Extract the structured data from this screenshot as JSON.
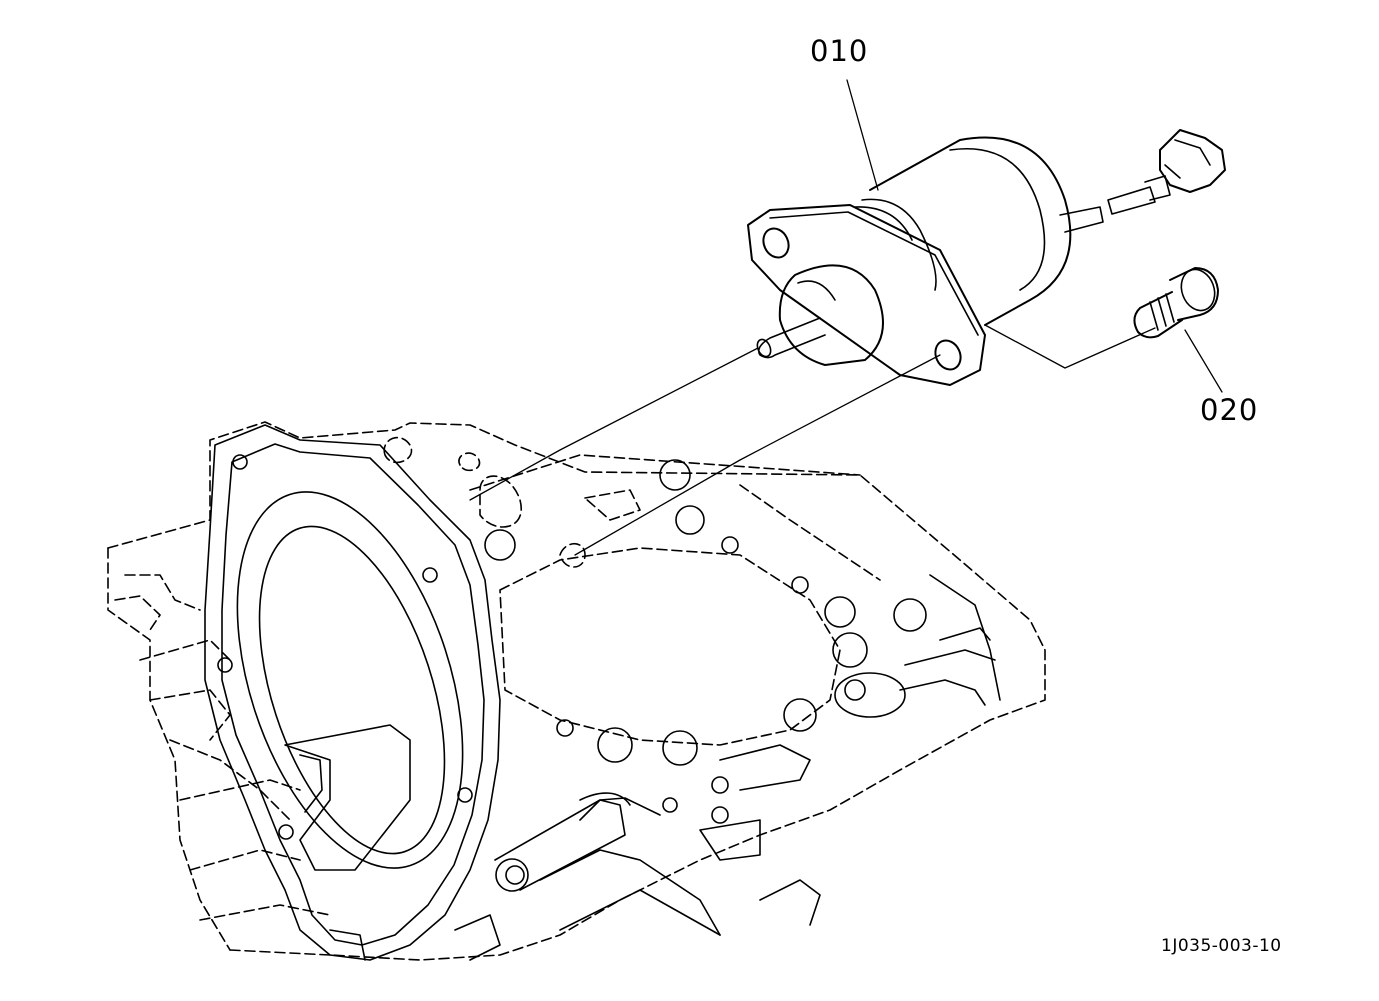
{
  "diagram": {
    "callouts": [
      {
        "id": "010",
        "text": "010"
      },
      {
        "id": "020",
        "text": "020"
      }
    ],
    "drawing_code": "1J035-003-10",
    "colors": {
      "line": "#000000",
      "background": "#ffffff"
    }
  }
}
